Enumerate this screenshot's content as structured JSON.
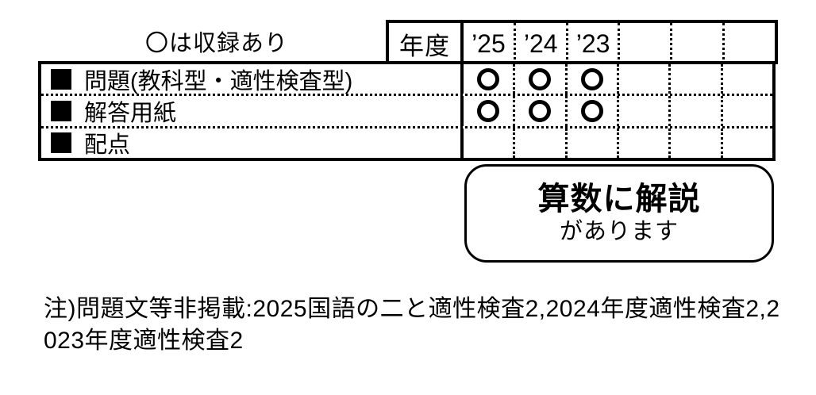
{
  "legend": "〇は収録あり",
  "table": {
    "year_header_label": "年度",
    "year_columns": [
      "’25",
      "’24",
      "’23",
      "",
      "",
      ""
    ],
    "rows": [
      {
        "label": "問題(教科型・適性検査型)",
        "marks": [
          true,
          true,
          true,
          false,
          false,
          false
        ]
      },
      {
        "label": "解答用紙",
        "marks": [
          true,
          true,
          true,
          false,
          false,
          false
        ]
      },
      {
        "label": "配点",
        "marks": [
          false,
          false,
          false,
          false,
          false,
          false
        ]
      }
    ],
    "mark_meaning": "〇 = 収録あり"
  },
  "callout": {
    "line1": "算数に解説",
    "line2": "があります"
  },
  "note": "注)問題文等非掲載:2025国語の二と適性検査2,2024年度適性検査2,2023年度適性検査2",
  "colors": {
    "ink": "#000000",
    "paper": "#ffffff"
  }
}
